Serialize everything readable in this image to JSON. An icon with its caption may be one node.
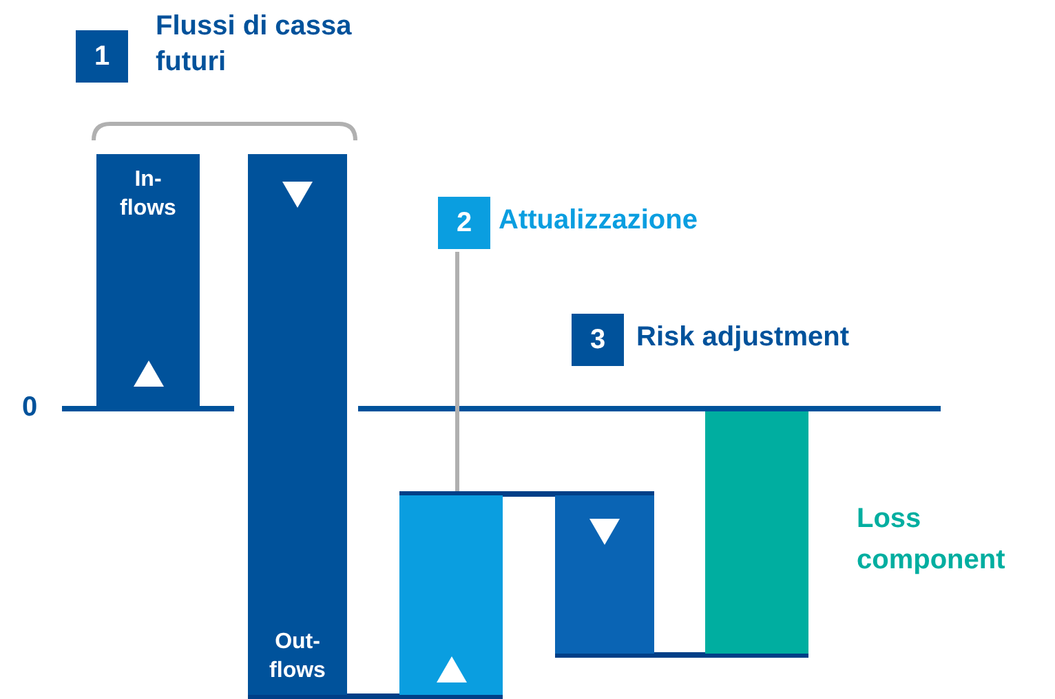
{
  "diagram": {
    "nodes": [
      {
        "text": [
          "1",
          "Flussi di cassa futuri"
        ]
      },
      {
        "text": [
          "In- flows"
        ]
      },
      {
        "text": [
          "Out- flows"
        ]
      },
      {
        "text": [
          "2",
          "Attualizzazione"
        ]
      },
      {
        "text": [
          "3",
          "Risk adjustment"
        ]
      },
      {
        "text": [],
        "shape": "bar"
      },
      {
        "text": [],
        "shape": "bar"
      },
      {
        "text": [],
        "shape": "bar",
        "beside": [
          "Loss component"
        ]
      }
    ],
    "edges": [
      {
        "from": 3,
        "to": 5,
        "arrow": "none",
        "color": "#b0b0b0"
      },
      {
        "from": 2,
        "to": 5,
        "arrow": "none"
      },
      {
        "from": 5,
        "to": 6,
        "arrow": "none"
      },
      {
        "from": 6,
        "to": 7,
        "arrow": "none"
      }
    ],
    "labels": [
      "0"
    ]
  }
}
